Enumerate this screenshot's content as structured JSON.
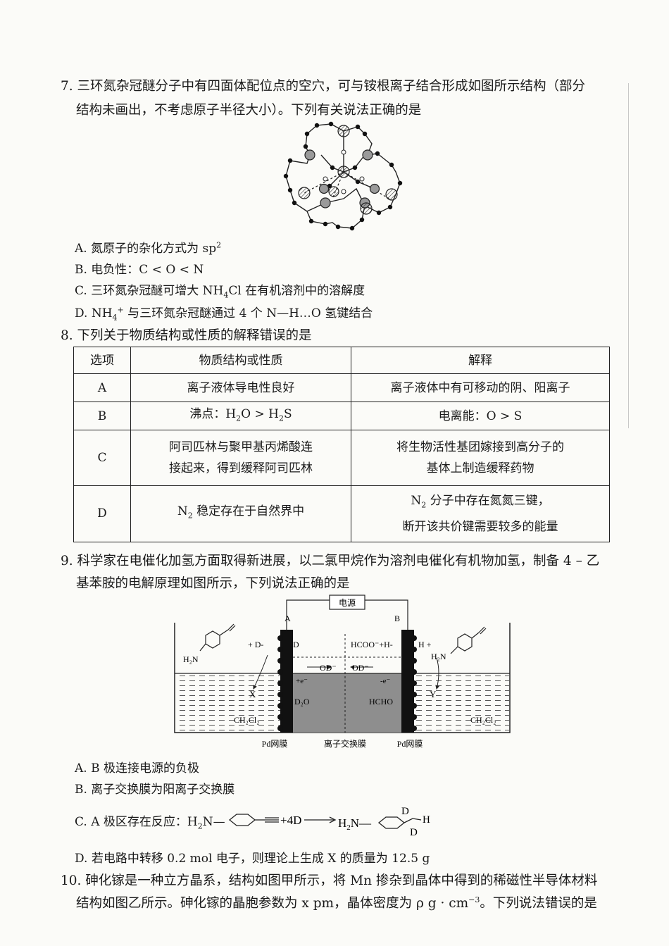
{
  "q7": {
    "line1": "7. 三环氮杂冠醚分子中有四面体配位点的空穴，可与铵根离子结合形成如图所示结构（部分",
    "line2": "结构未画出，不考虑原子半径大小）。下列有关说法正确的是",
    "options": {
      "A": "A. 氮原子的杂化方式为 sp",
      "A_sup": "2",
      "B": "B. 电负性：C < O < N",
      "C_pre": "C. 三环氮杂冠醚可增大 NH",
      "C_sub": "4",
      "C_post": "Cl 在有机溶剂中的溶解度",
      "D_pre": "D. NH",
      "D_sub": "4",
      "D_sup": "+",
      "D_post": " 与三环氮杂冠醚通过 4 个 N—H…O 氢键结合"
    }
  },
  "q8": {
    "stem": "8. 下列关于物质结构或性质的解释错误的是",
    "headers": [
      "选项",
      "物质结构或性质",
      "解释"
    ],
    "rows": [
      {
        "opt": "A",
        "prop": "离子液体导电性良好",
        "exp": "离子液体中有可移动的阴、阳离子"
      },
      {
        "opt": "B",
        "prop_pre": "沸点：H",
        "prop_s1": "2",
        "prop_mid": "O > H",
        "prop_s2": "2",
        "prop_post": "S",
        "exp": "电离能：O > S"
      },
      {
        "opt": "C",
        "prop1": "阿司匹林与聚甲基丙烯酸连",
        "prop2": "接起来，得到缓释阿司匹林",
        "exp1": "将生物活性基团嫁接到高分子的",
        "exp2": "基体上制造缓释药物"
      },
      {
        "opt": "D",
        "prop_pre": "N",
        "prop_sub": "2",
        "prop_post": " 稳定存在于自然界中",
        "exp1_pre": "N",
        "exp1_sub": "2",
        "exp1_post": " 分子中存在氮氮三键，",
        "exp2": "断开该共价键需要较多的能量"
      }
    ]
  },
  "q9": {
    "line1": "9. 科学家在电催化加氢方面取得新进展，以二氯甲烷作为溶剂电催化有机物加氢，制备 4 – 乙",
    "line2": "基苯胺的电解原理如图所示，下列说法正确的是",
    "diagram": {
      "power": "电源",
      "electrode_a": "A",
      "electrode_b": "B",
      "left_d1": "+ D-",
      "left_d2": "D",
      "right_hcoo": "HCOO⁻+H-",
      "right_h": "H +",
      "od_left": "OD⁻",
      "od_right": "OD⁻",
      "e_left": "+e⁻",
      "e_right": "-e⁻",
      "d2o": "D₂O",
      "hcho": "HCHO",
      "x": "X",
      "y": "Y",
      "ch2cl2": "CH₂Cl₂",
      "h2n": "H₂N",
      "pd_left": "Pd网膜",
      "membrane": "离子交换膜",
      "pd_right": "Pd网膜"
    },
    "options": {
      "A": "A. B 极连接电源的负极",
      "B": "B. 离子交换膜为阳离子交换膜",
      "C_pre": "C. A 极区存在反应：H",
      "C_sub": "2",
      "C_n": "N—",
      "C_mid": "+4D",
      "C_h2n_pre": "H",
      "C_h2n_sub": "2",
      "C_h2n_post": "N—",
      "C_d": "D",
      "C_h": "H",
      "D": "D. 若电路中转移 0.2 mol 电子，则理论上生成 X 的质量为 12.5 g"
    }
  },
  "q10": {
    "line1": "10. 砷化镓是一种立方晶系，结构如图甲所示，将 Mn 掺杂到晶体中得到的稀磁性半导体材料",
    "line2_pre": "结构如图乙所示。砷化镓的晶胞参数为 x pm，晶体密度为 ρ g · cm",
    "line2_sup": "−3",
    "line2_post": "。下列说法错误的是"
  }
}
